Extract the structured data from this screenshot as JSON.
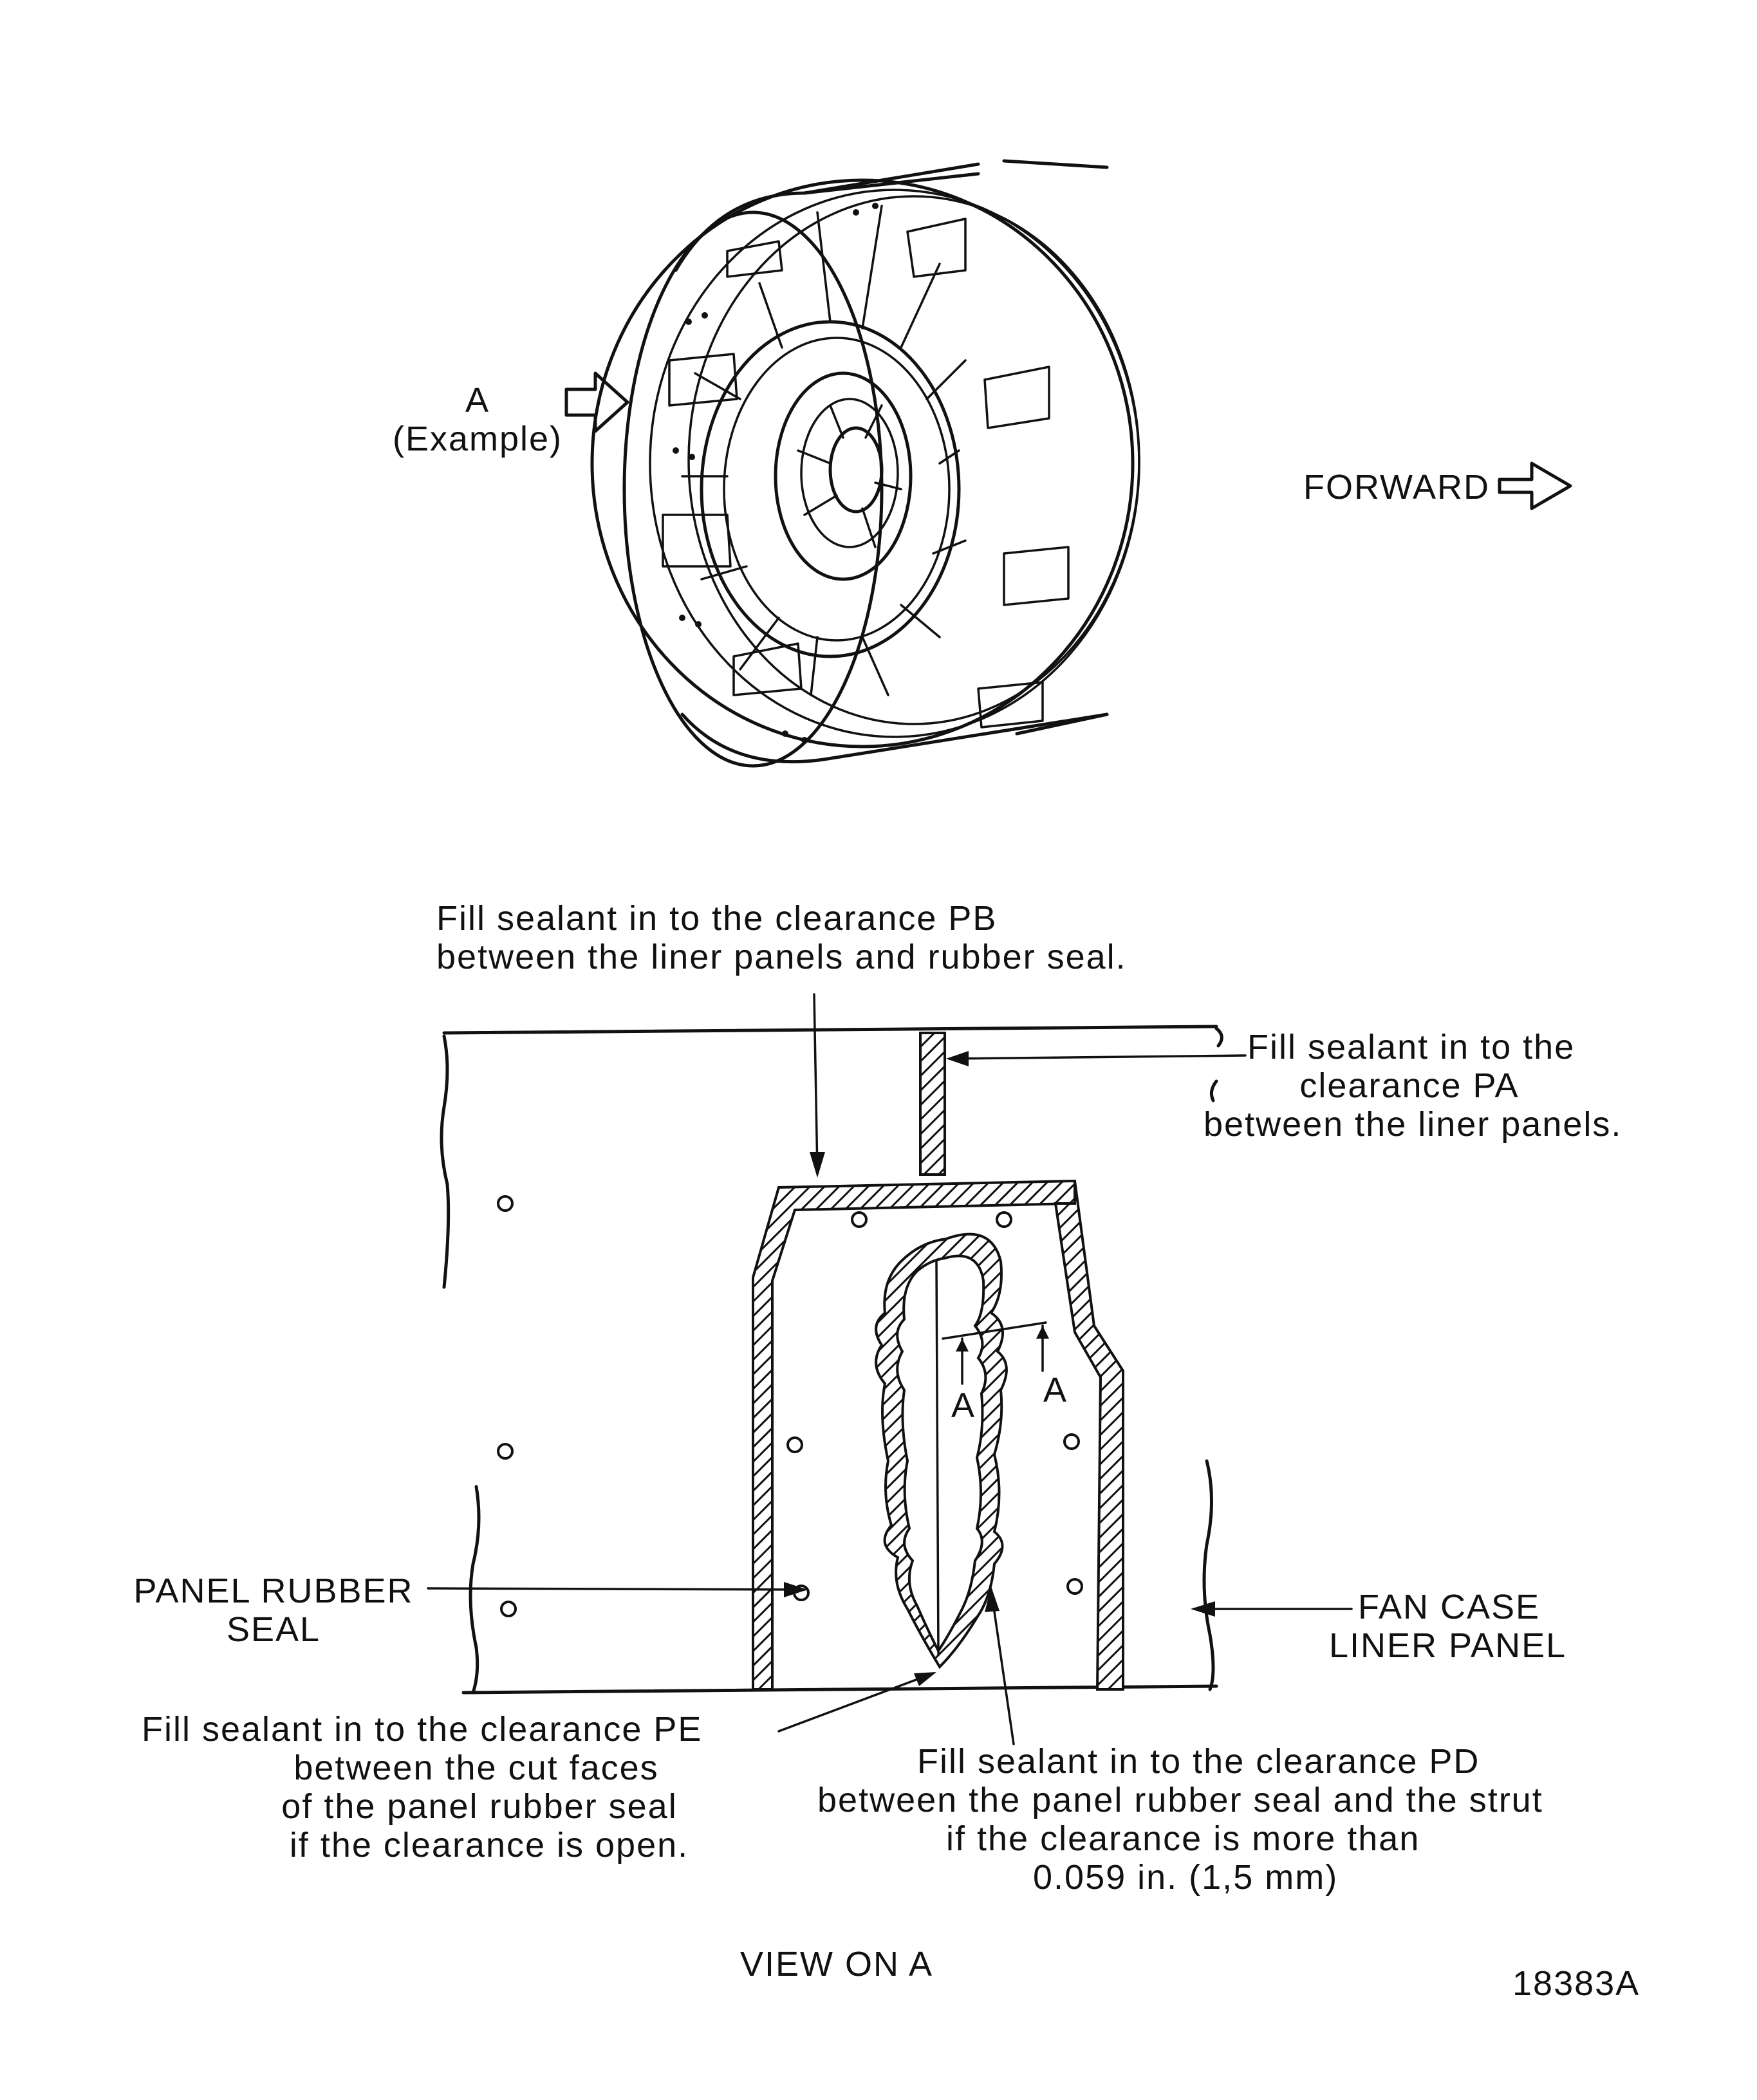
{
  "labels": {
    "view_a_marker": "A",
    "view_a_example": "(Example)",
    "forward": "FORWARD",
    "pb_line1": "Fill sealant in to the clearance PB",
    "pb_line2": "between the liner panels and rubber seal.",
    "pa_line1": "Fill sealant in to the",
    "pa_line2": "clearance PA",
    "pa_line3": "between the liner panels.",
    "panel_rubber_seal_1": "PANEL RUBBER",
    "panel_rubber_seal_2": "SEAL",
    "fan_case_1": "FAN CASE",
    "fan_case_2": "LINER PANEL",
    "section_a_left": "A",
    "section_a_right": "A",
    "pe_line1": "Fill sealant in to the clearance PE",
    "pe_line2": "between the cut faces",
    "pe_line3": "of the panel rubber seal",
    "pe_line4": "if the clearance is open.",
    "pd_line1": "Fill sealant in to the clearance PD",
    "pd_line2": "between the panel rubber seal and the strut",
    "pd_line3": "if the clearance is more than",
    "pd_line4": "0.059 in. (1,5 mm)",
    "view_title": "VIEW ON A",
    "figure_id": "18383A"
  }
}
